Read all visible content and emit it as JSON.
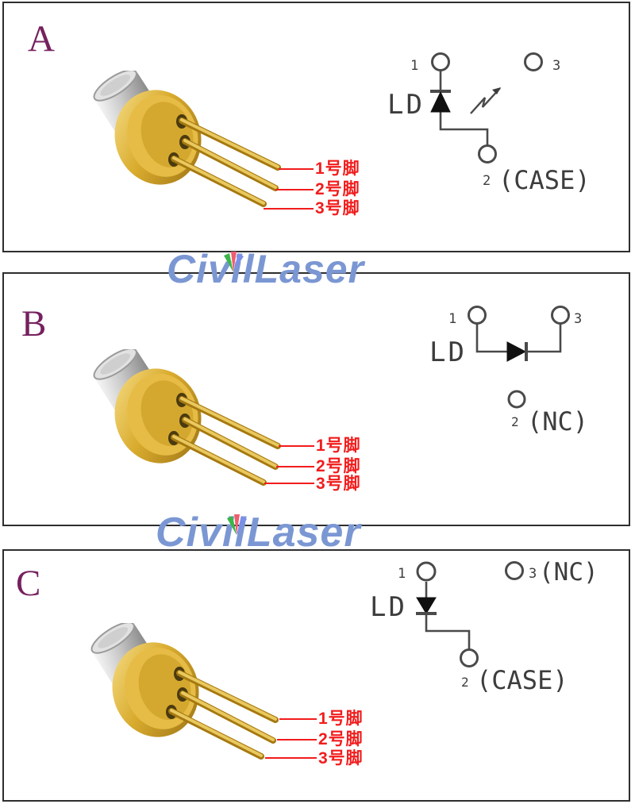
{
  "colors": {
    "panel_letter": "#76215f",
    "pin_label_red": "#f21c1c",
    "logo_blue": "#7b97d3",
    "circuit_ink": "#3d3d3d"
  },
  "watermarks": [
    {
      "text": "CivilLaser"
    },
    {
      "text": "CivilLaser"
    }
  ],
  "panels": [
    {
      "letter": "A",
      "pin_callouts": [
        "1号脚",
        "2号脚",
        "3号脚"
      ],
      "circuit": {
        "ld": "LD",
        "pin1": "1",
        "pin2": "2",
        "pin3": "3",
        "pin2_note": "(CASE)",
        "pin3_note": ""
      }
    },
    {
      "letter": "B",
      "pin_callouts": [
        "1号脚",
        "2号脚",
        "3号脚"
      ],
      "circuit": {
        "ld": "LD",
        "pin1": "1",
        "pin2": "2",
        "pin3": "3",
        "pin2_note": "(NC)",
        "pin3_note": ""
      }
    },
    {
      "letter": "C",
      "pin_callouts": [
        "1号脚",
        "2号脚",
        "3号脚"
      ],
      "circuit": {
        "ld": "LD",
        "pin1": "1",
        "pin2": "2",
        "pin3": "3",
        "pin2_note": "(CASE)",
        "pin3_note": "(NC)"
      }
    }
  ]
}
